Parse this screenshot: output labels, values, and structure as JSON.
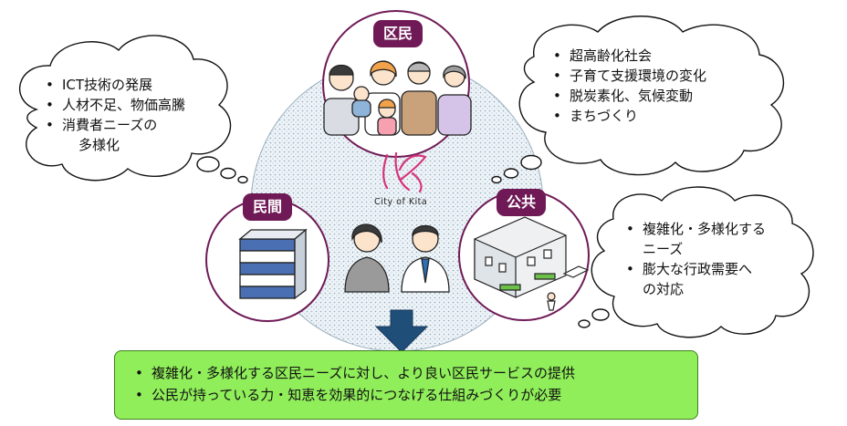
{
  "top_circle": {
    "label": "区民"
  },
  "left_circle": {
    "label": "民間"
  },
  "right_circle": {
    "label": "公共"
  },
  "logo": {
    "caption": "City of Kita"
  },
  "left_bubble": {
    "items": [
      "ICT技術の発展",
      "人材不足、物価高騰",
      "消費者ニーズの",
      "多様化"
    ]
  },
  "right_top_bubble": {
    "items": [
      "超高齢化社会",
      "子育て支援環境の変化",
      "脱炭素化、気候変動",
      "まちづくり"
    ]
  },
  "right_bottom_bubble": {
    "items": [
      "複雑化・多様化する",
      "ニーズ",
      "膨大な行政需要へ",
      "の対応"
    ]
  },
  "result": {
    "items": [
      "複雑化・多様化する区民ニーズに対し、より良い区民サービスの提供",
      "公民が持っている力・知恵を効果的につなげる仕組みづくりが必要"
    ]
  },
  "colors": {
    "tag": "#6f1a56",
    "result_fill": "#90ee5a",
    "arrow": "#1f4e79",
    "logo": "#d6337a"
  }
}
